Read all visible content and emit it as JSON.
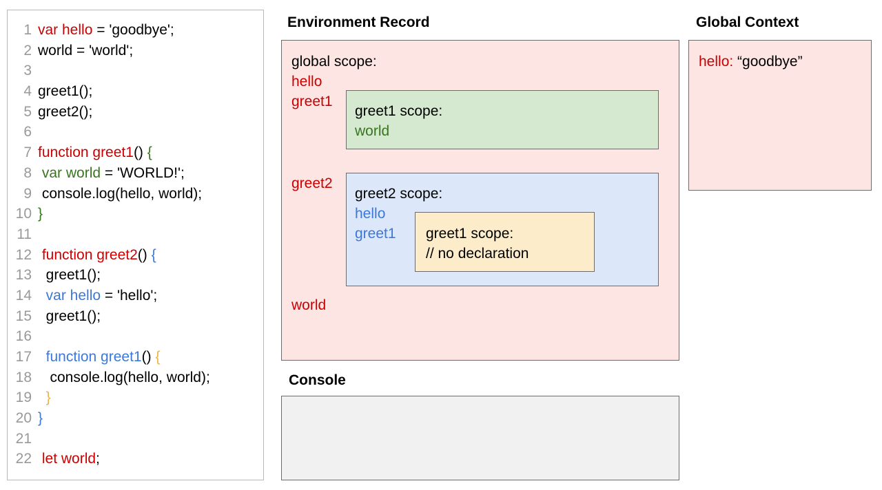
{
  "code_panel": {
    "lines": [
      {
        "num": "1",
        "segments": [
          {
            "t": "var hello",
            "c": "red"
          },
          {
            "t": " = 'goodbye';",
            "c": "plain"
          }
        ]
      },
      {
        "num": "2",
        "segments": [
          {
            "t": "world = 'world';",
            "c": "plain"
          }
        ]
      },
      {
        "num": "3",
        "segments": []
      },
      {
        "num": "4",
        "segments": [
          {
            "t": "greet1();",
            "c": "plain"
          }
        ]
      },
      {
        "num": "5",
        "segments": [
          {
            "t": "greet2();",
            "c": "plain"
          }
        ]
      },
      {
        "num": "6",
        "segments": []
      },
      {
        "num": "7",
        "segments": [
          {
            "t": "function greet1",
            "c": "red"
          },
          {
            "t": "() ",
            "c": "plain"
          },
          {
            "t": "{",
            "c": "green"
          }
        ]
      },
      {
        "num": "8",
        "segments": [
          {
            "t": " ",
            "c": "plain"
          },
          {
            "t": "var world",
            "c": "green"
          },
          {
            "t": " = 'WORLD!';",
            "c": "plain"
          }
        ]
      },
      {
        "num": "9",
        "segments": [
          {
            "t": " console.log(hello, world);",
            "c": "plain"
          }
        ]
      },
      {
        "num": "10",
        "segments": [
          {
            "t": "}",
            "c": "green"
          }
        ]
      },
      {
        "num": "11",
        "segments": []
      },
      {
        "num": "12",
        "segments": [
          {
            "t": " ",
            "c": "plain"
          },
          {
            "t": "function greet2",
            "c": "red"
          },
          {
            "t": "() ",
            "c": "plain"
          },
          {
            "t": "{",
            "c": "blue"
          }
        ]
      },
      {
        "num": "13",
        "segments": [
          {
            "t": "  greet1();",
            "c": "plain"
          }
        ]
      },
      {
        "num": "14",
        "segments": [
          {
            "t": "  ",
            "c": "plain"
          },
          {
            "t": "var hello",
            "c": "blue"
          },
          {
            "t": " = 'hello';",
            "c": "plain"
          }
        ]
      },
      {
        "num": "15",
        "segments": [
          {
            "t": "  greet1();",
            "c": "plain"
          }
        ]
      },
      {
        "num": "16",
        "segments": []
      },
      {
        "num": "17",
        "segments": [
          {
            "t": "  ",
            "c": "plain"
          },
          {
            "t": "function greet1",
            "c": "blue"
          },
          {
            "t": "() ",
            "c": "plain"
          },
          {
            "t": "{",
            "c": "orange"
          }
        ]
      },
      {
        "num": "18",
        "segments": [
          {
            "t": "   console.log(hello, world);",
            "c": "plain"
          }
        ]
      },
      {
        "num": "19",
        "segments": [
          {
            "t": "  ",
            "c": "plain"
          },
          {
            "t": "}",
            "c": "orange"
          }
        ]
      },
      {
        "num": "20",
        "segments": [
          {
            "t": "}",
            "c": "blue"
          }
        ]
      },
      {
        "num": "21",
        "segments": []
      },
      {
        "num": "22",
        "segments": [
          {
            "t": " ",
            "c": "plain"
          },
          {
            "t": "let world",
            "c": "red"
          },
          {
            "t": ";",
            "c": "plain"
          }
        ]
      }
    ]
  },
  "environment_record": {
    "title": "Environment Record",
    "global_scope_head": "global scope:",
    "global_bindings": [
      "hello",
      "greet1",
      "greet2",
      "world"
    ],
    "greet1_scope": {
      "head": "greet1 scope:",
      "bindings": [
        "world"
      ]
    },
    "greet2_scope": {
      "head": "greet2 scope:",
      "bindings": [
        "hello",
        "greet1"
      ],
      "greet1_scope": {
        "head": "greet1 scope:",
        "note": "// no declaration"
      }
    }
  },
  "global_context": {
    "title": "Global Context",
    "entries": [
      {
        "key": "hello:",
        "value": "“goodbye”"
      }
    ]
  },
  "console": {
    "title": "Console",
    "output": ""
  },
  "colors": {
    "red": "#cc0000",
    "green": "#38761d",
    "blue": "#3c78d8",
    "orange": "#e8b54d",
    "pink_fill": "#fce5e3",
    "green_fill": "#d5e8d0",
    "blue_fill": "#dce8f9",
    "yellow_fill": "#fcecc9",
    "console_fill": "#f1f1f1",
    "border": "#6b6b6b",
    "line_number": "#999999"
  }
}
